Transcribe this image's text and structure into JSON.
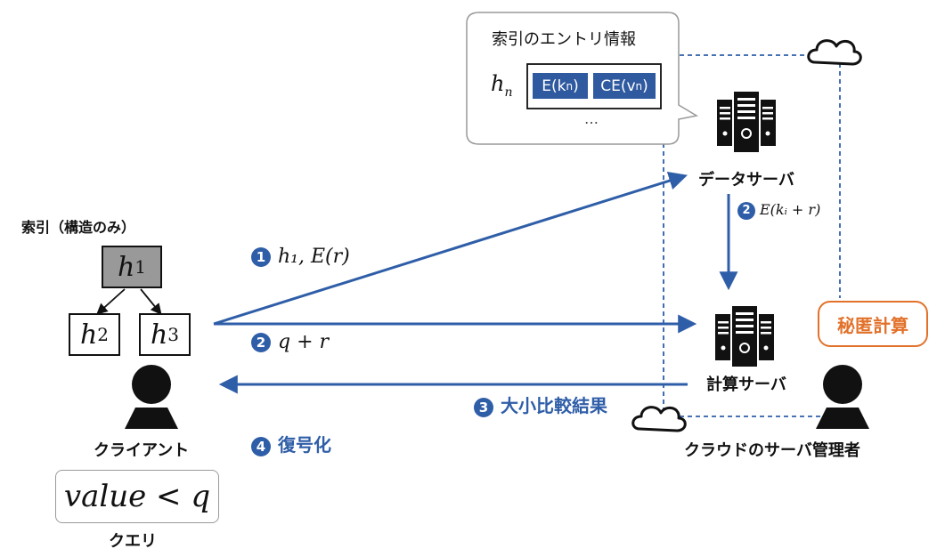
{
  "index_entry": {
    "title": "索引のエントリ情報",
    "hash_label": "h",
    "hash_sub": "n",
    "cell1_main": "E(k",
    "cell1_sub": "n",
    "cell1_end": ")",
    "cell2_main": "CE(v",
    "cell2_sub": "n",
    "cell2_end": ")",
    "ellipsis": "…"
  },
  "index_tree": {
    "title": "索引（構造のみ）",
    "nodes": [
      {
        "var": "h",
        "sub": "1"
      },
      {
        "var": "h",
        "sub": "2"
      },
      {
        "var": "h",
        "sub": "3"
      }
    ]
  },
  "servers": {
    "data_server": "データサーバ",
    "calc_server": "計算サーバ"
  },
  "actors": {
    "client": "クライアント",
    "admin": "クラウドのサーバ管理者"
  },
  "query": {
    "expression": "value < q",
    "label": "クエリ"
  },
  "secure_computation": "秘匿計算",
  "steps": {
    "step1": {
      "num": "1",
      "text": "h₁, E(r)"
    },
    "step2a": {
      "num": "2",
      "text": "q + r"
    },
    "step2b": {
      "num": "2",
      "text": "E(kᵢ + r)"
    },
    "step3": {
      "num": "3",
      "text": "大小比較結果"
    },
    "step4": {
      "num": "4",
      "text": "復号化"
    }
  },
  "colors": {
    "arrow_blue": "#2f5ea8",
    "cell_blue": "#2f5aa0",
    "badge_orange": "#e2712a",
    "node_fill_gray": "#999999"
  }
}
